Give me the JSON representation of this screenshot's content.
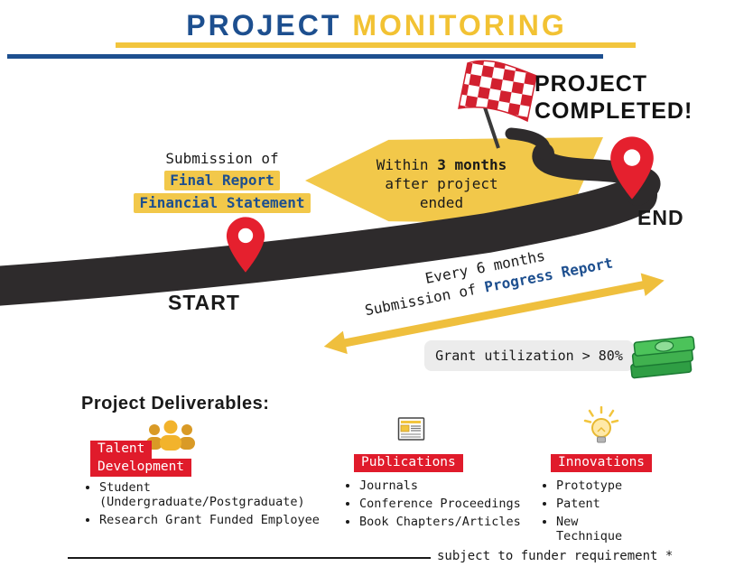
{
  "colors": {
    "blue": "#1d4f8f",
    "yellow": "#F2C53D",
    "arrow_yellow": "#F2C84A",
    "red": "#E01B2B",
    "road": "#2e2b2c",
    "money_green": "#40b14f",
    "grant_box_gray": "#ececec"
  },
  "header": {
    "title_blue": "PROJECT ",
    "title_yellow": "MONITORING"
  },
  "roadmap": {
    "completed_line1": "PROJECT",
    "completed_line2": "COMPLETED!",
    "end_label": "END",
    "start_label": "START",
    "final_report": {
      "line1": "Submission of",
      "highlight1": "Final Report",
      "highlight2": "Financial Statement"
    },
    "within_arrow": {
      "pre": "Within ",
      "bold": "3 months",
      "line2": "after project",
      "line3": "ended"
    },
    "progress_arrow": {
      "line1": "Every 6 months",
      "line2_pre": "Submission of ",
      "line2_bold": "Progress Report"
    },
    "grant_note": "Grant utilization > 80%"
  },
  "icons": {
    "flag": "checkered-flag",
    "end_pin": "location-pin",
    "start_pin": "location-pin",
    "money": "cash-stack",
    "talent": "people-icon",
    "publications": "newspaper-icon",
    "innovations": "lightbulb-icon"
  },
  "deliverables": {
    "heading": "Project Deliverables:",
    "columns": [
      {
        "labels": [
          "Talent",
          "Development"
        ],
        "items": [
          "Student (Undergraduate/Postgraduate)",
          "Research Grant Funded Employee"
        ]
      },
      {
        "labels": [
          "Publications"
        ],
        "items": [
          "Journals",
          "Conference Proceedings",
          "Book Chapters/Articles"
        ]
      },
      {
        "labels": [
          "Innovations"
        ],
        "items": [
          "Prototype",
          "Patent",
          "New Technique"
        ]
      }
    ]
  },
  "footnote": "subject to funder requirement *"
}
